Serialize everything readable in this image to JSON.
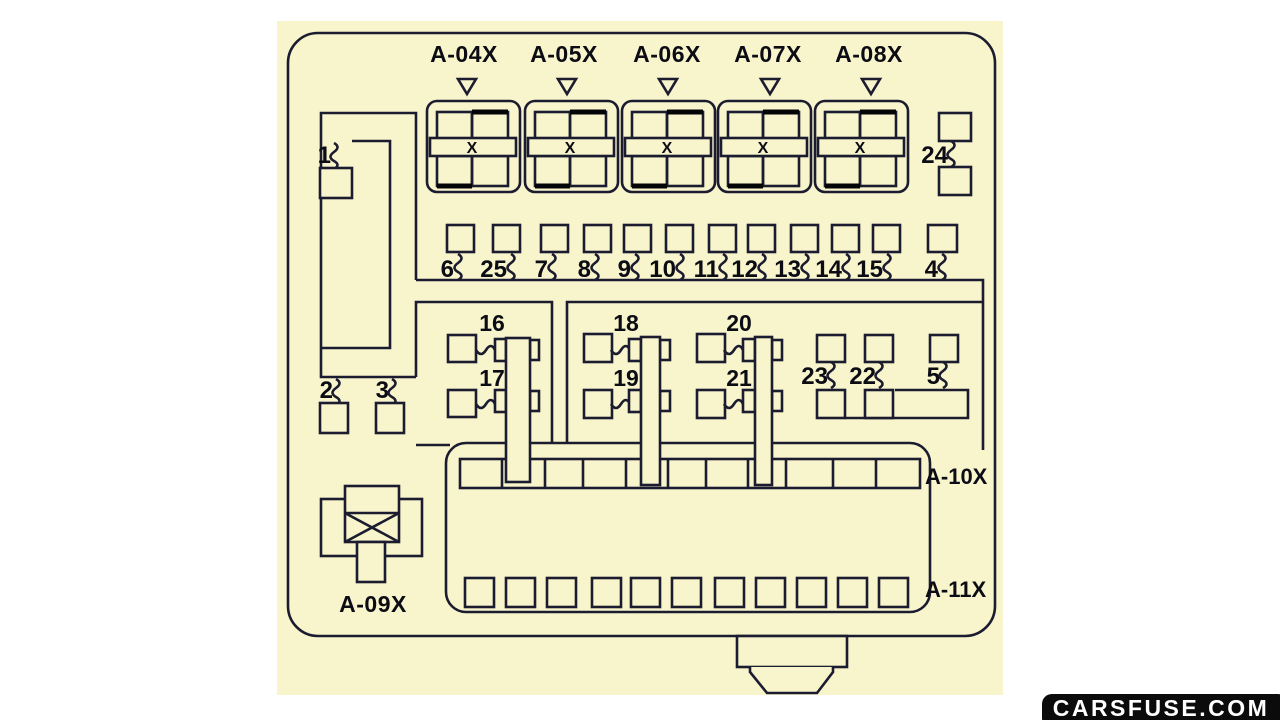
{
  "colors": {
    "page_background": "#ffffff",
    "panel_background": "#f8f5cc",
    "line": "#1c1c30",
    "text": "#0c0c14",
    "badge_background": "#0b0b0b",
    "badge_text": "#ffffff"
  },
  "relays": {
    "x_mark": "X",
    "items": [
      "A-04X",
      "A-05X",
      "A-06X",
      "A-07X",
      "A-08X"
    ]
  },
  "fuses": {
    "n1": "1",
    "n2": "2",
    "n3": "3",
    "n4": "4",
    "n5": "5",
    "n6": "6",
    "n7": "7",
    "n8": "8",
    "n9": "9",
    "n10": "10",
    "n11": "11",
    "n12": "12",
    "n13": "13",
    "n14": "14",
    "n15": "15",
    "n16": "16",
    "n17": "17",
    "n18": "18",
    "n19": "19",
    "n20": "20",
    "n21": "21",
    "n22": "22",
    "n23": "23",
    "n24": "24",
    "n25": "25"
  },
  "connectors": {
    "a09x": "A-09X",
    "a10x": "A-10X",
    "a11x": "A-11X"
  },
  "watermark": {
    "text": "CARSFUSE.COM"
  }
}
